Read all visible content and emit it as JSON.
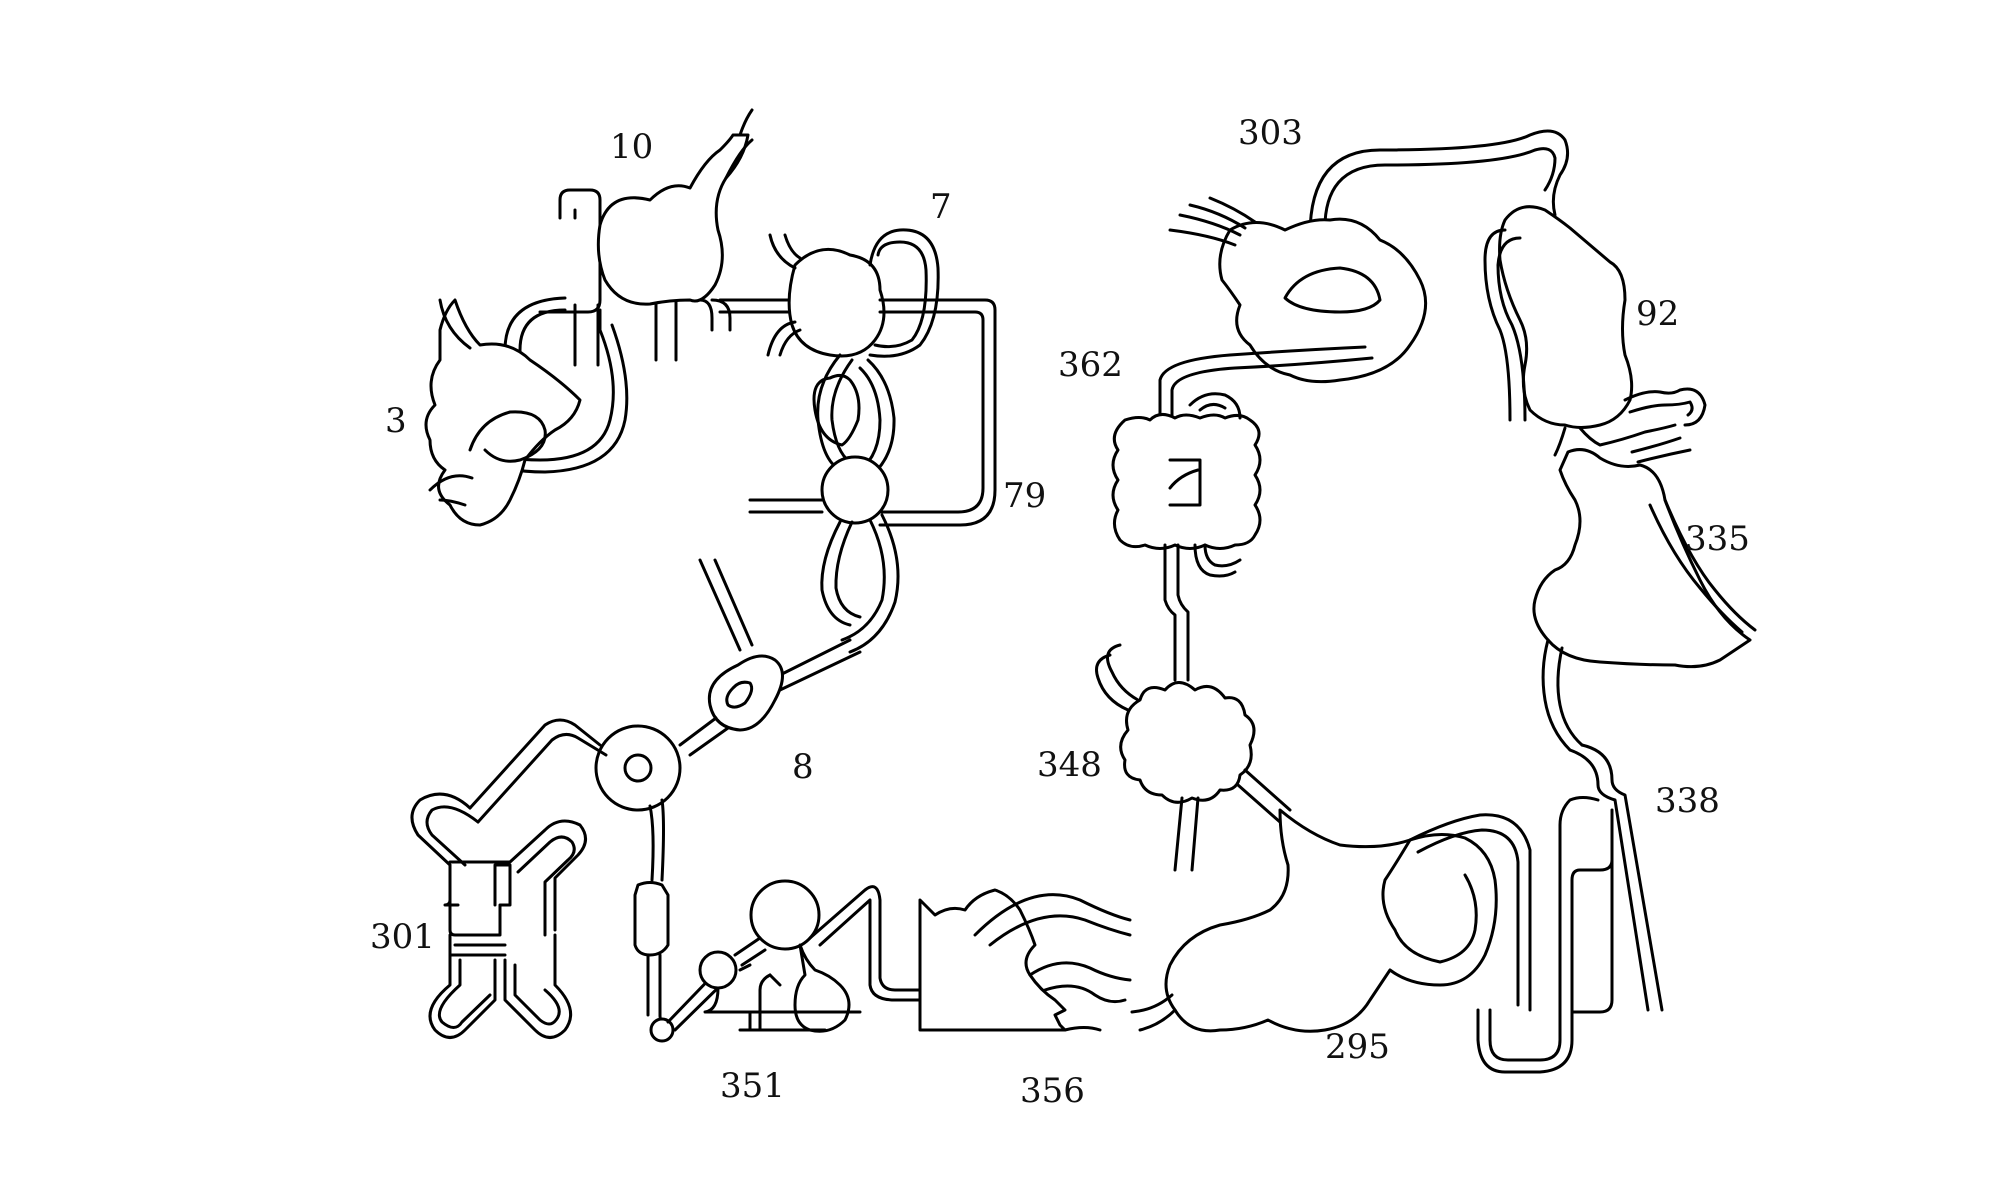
{
  "diagram": {
    "labels": {
      "l10": "10",
      "l7": "7",
      "l3": "3",
      "l79": "79",
      "l8": "8",
      "l301": "301",
      "l351": "351",
      "l356": "356",
      "l303": "303",
      "l92": "92",
      "l362": "362",
      "l335": "335",
      "l348": "348",
      "l338": "338",
      "l295": "295"
    },
    "colors": {
      "stroke": "#000000",
      "background": "#ffffff"
    }
  }
}
